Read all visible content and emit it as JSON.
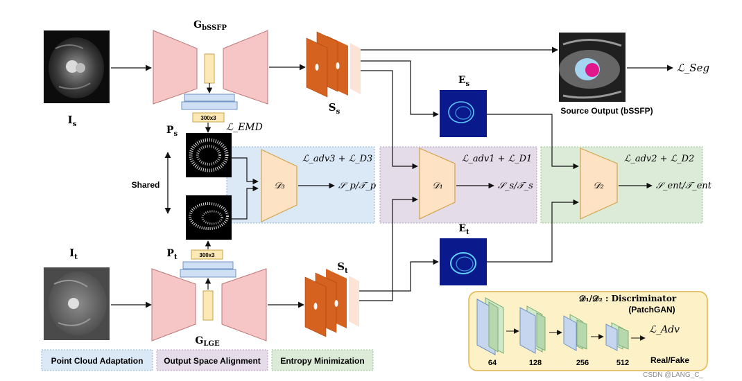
{
  "generators": {
    "source": {
      "label": "G",
      "sub": "bSSFP"
    },
    "target": {
      "label": "G",
      "sub": "LGE"
    }
  },
  "inputs": {
    "source": {
      "label": "I",
      "sub": "s"
    },
    "target": {
      "label": "I",
      "sub": "t"
    }
  },
  "point_clouds": {
    "source": {
      "label": "P",
      "sub": "s"
    },
    "target": {
      "label": "P",
      "sub": "t"
    },
    "dims": "300x3",
    "shared_label": "Shared"
  },
  "seg_maps": {
    "source": {
      "label": "S",
      "sub": "s"
    },
    "target": {
      "label": "S",
      "sub": "t"
    }
  },
  "entropy_maps": {
    "source": {
      "label": "E",
      "sub": "s"
    },
    "target": {
      "label": "E",
      "sub": "t"
    }
  },
  "losses": {
    "emd": "ℒ_EMD",
    "seg": "ℒ_Seg",
    "adv": "ℒ_Adv",
    "d3": "ℒ_adv3 + ℒ_D3",
    "d1": "ℒ_adv1 + ℒ_D1",
    "d2": "ℒ_adv2 + ℒ_D2"
  },
  "discriminators": {
    "d3": {
      "name": "𝒟₃",
      "output": "𝒮_p/𝒯_p"
    },
    "d1": {
      "name": "𝒟₁",
      "output": "𝒮_s/𝒯_s"
    },
    "d2": {
      "name": "𝒟₂",
      "output": "𝒮_ent/𝒯_ent"
    }
  },
  "source_output_label": "Source Output (bSSFP)",
  "legend": {
    "point_cloud": "Point Cloud Adaptation",
    "output_space": "Output Space Alignment",
    "entropy": "Entropy Minimization"
  },
  "patchgan": {
    "title": "𝒟₁/𝒟₂ :  Discriminator",
    "subtitle": "(PatchGAN)",
    "channels": [
      "64",
      "128",
      "256",
      "512"
    ],
    "output": "Real/Fake"
  },
  "watermark": "CSDN @LANG_C_",
  "colors": {
    "blue_region": "#dbe8f6",
    "purple_region": "#e5dcea",
    "green_region": "#dcead8",
    "generator": "#f6c6c6",
    "bottleneck": "#fde9b6",
    "discriminator": "#fde2c4",
    "seg_orange": "#d5621e",
    "patchgan_bg": "#fdf1c8"
  }
}
